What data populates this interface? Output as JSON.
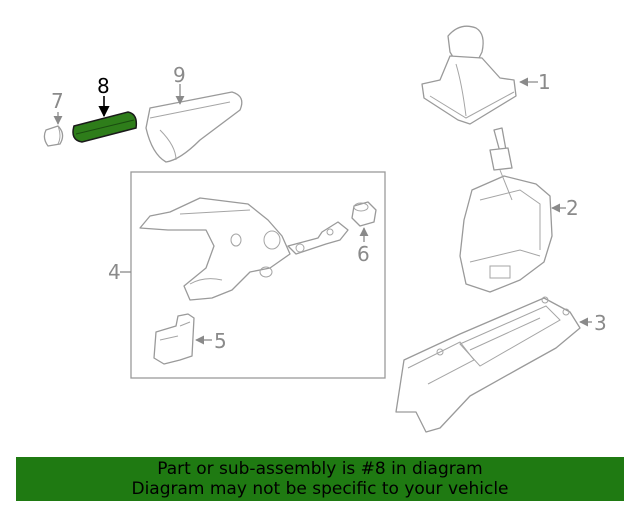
{
  "diagram": {
    "callouts": {
      "c1": "1",
      "c2": "2",
      "c3": "3",
      "c4": "4",
      "c5": "5",
      "c6": "6",
      "c7": "7",
      "c8": "8",
      "c9": "9"
    },
    "highlighted_part": "8",
    "highlight_color": "#2e7d1a"
  },
  "banner": {
    "line1": "Part or sub-assembly is #8 in diagram",
    "line2": "Diagram may not be specific to your vehicle",
    "background": "#1f7a12"
  }
}
